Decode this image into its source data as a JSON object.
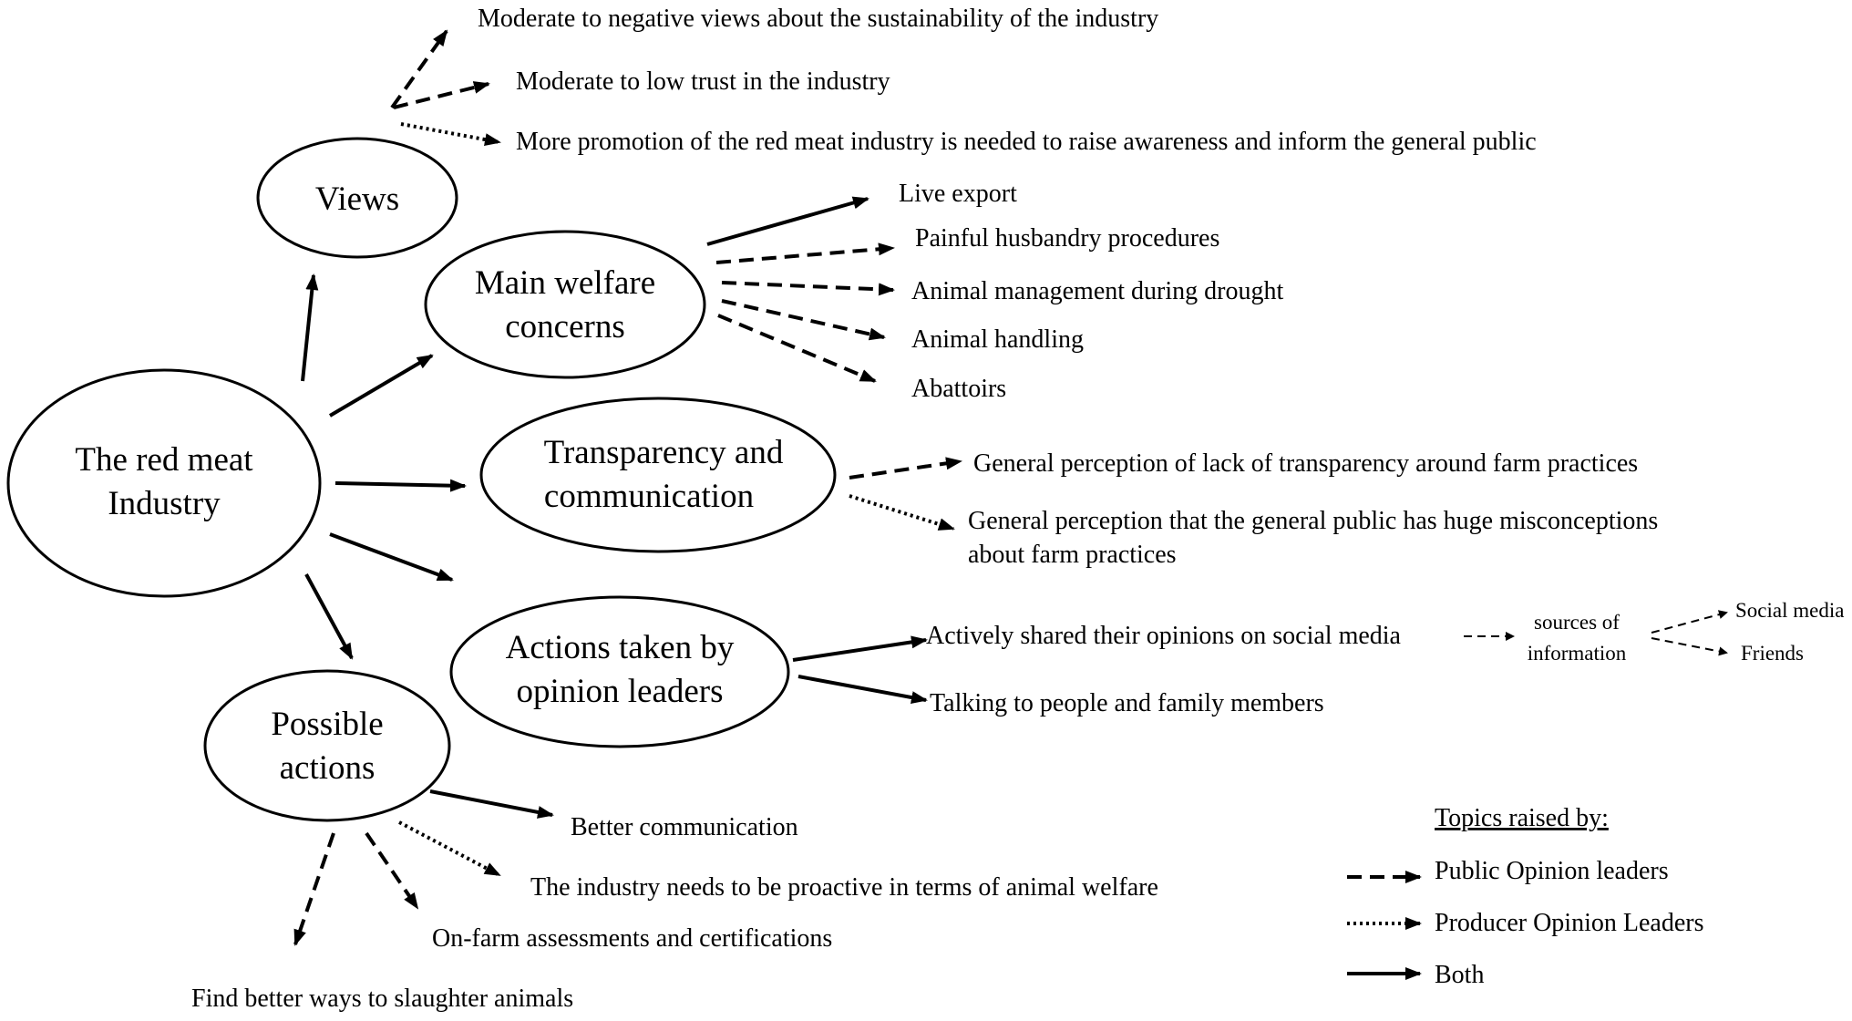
{
  "nodes": {
    "root": {
      "lines": [
        "The red meat",
        "Industry"
      ]
    },
    "views": {
      "lines": [
        "Views"
      ]
    },
    "welfare": {
      "lines": [
        "Main welfare",
        "concerns"
      ]
    },
    "transparency": {
      "lines": [
        "Transparency and",
        "communication"
      ]
    },
    "actions": {
      "lines": [
        "Actions taken by",
        "opinion leaders"
      ]
    },
    "possible": {
      "lines": [
        "Possible",
        "actions"
      ]
    }
  },
  "leaves": {
    "views": [
      {
        "text": "Moderate to negative views about the sustainability of the industry",
        "style": "dashed"
      },
      {
        "text": "Moderate to low trust in the industry",
        "style": "dashed"
      },
      {
        "text": "More promotion of the red meat industry is needed to raise awareness and inform the general public",
        "style": "dotted"
      }
    ],
    "welfare": [
      {
        "text": "Live export",
        "style": "solid"
      },
      {
        "text": "Painful husbandry procedures",
        "style": "dashed"
      },
      {
        "text": "Animal management during drought",
        "style": "dashed"
      },
      {
        "text": "Animal handling",
        "style": "dashed"
      },
      {
        "text": "Abattoirs",
        "style": "dashed"
      }
    ],
    "transparency": [
      {
        "lines": [
          "General perception of lack of transparency around farm practices"
        ],
        "style": "dashed"
      },
      {
        "lines": [
          "General perception that the general public has huge misconceptions",
          "about farm practices"
        ],
        "style": "dotted"
      }
    ],
    "actions": [
      {
        "text": "Actively shared their opinions on social media",
        "style": "solid"
      },
      {
        "text": "Talking to people and family members",
        "style": "solid"
      }
    ],
    "sources": {
      "lines": [
        "sources of",
        "information"
      ],
      "items": [
        "Social media",
        "Friends"
      ]
    },
    "possible": [
      {
        "text": "Better communication",
        "style": "solid"
      },
      {
        "text": "The industry needs to be proactive in terms of animal welfare",
        "style": "dotted"
      },
      {
        "text": "On-farm assessments and certifications",
        "style": "dashed"
      },
      {
        "text": "Find better ways to slaughter animals",
        "style": "dashed"
      }
    ]
  },
  "legend": {
    "title": "Topics raised by:",
    "items": [
      {
        "label": "Public Opinion leaders",
        "style": "dashed"
      },
      {
        "label": "Producer Opinion Leaders",
        "style": "dotted"
      },
      {
        "label": "Both",
        "style": "solid"
      }
    ]
  }
}
